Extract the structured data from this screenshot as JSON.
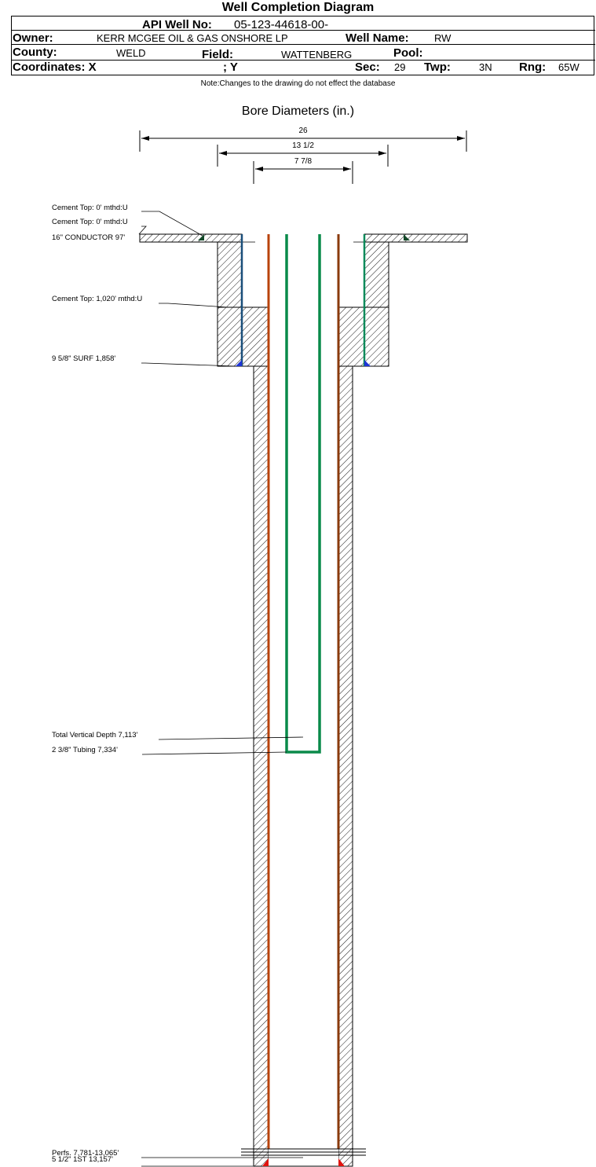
{
  "header": {
    "title": "Well Completion Diagram",
    "api_label": "API Well No:",
    "api_value": "05-123-44618-00-",
    "owner_label": "Owner:",
    "owner_value": "KERR MCGEE OIL & GAS ONSHORE LP",
    "well_name_label": "Well Name:",
    "well_name_value": "RW",
    "county_label": "County:",
    "county_value": "WELD",
    "field_label": "Field:",
    "field_value": "WATTENBERG",
    "pool_label": "Pool:",
    "pool_value": "",
    "coordinates_label": "Coordinates: X",
    "y_label": "; Y",
    "sec_label": "Sec:",
    "sec_value": "29",
    "twp_label": "Twp:",
    "twp_value": "3N",
    "rng_label": "Rng:",
    "rng_value": "65W"
  },
  "note": "Note:Changes to the drawing do not effect the database",
  "bore": {
    "title": "Bore Diameters (in.)",
    "diameters": [
      "26",
      "13 1/2",
      "7 7/8"
    ]
  },
  "annotations": {
    "cement_top_1": "Cement Top: 0' mthd:U",
    "cement_top_2": "Cement Top: 0' mthd:U",
    "conductor": "16\" CONDUCTOR  97'",
    "cement_top_3": "Cement Top: 1,020' mthd:U",
    "surf": "9 5/8\" SURF       1,858'",
    "tvd": "Total Vertical Depth 7,113'",
    "tubing": "2 3/8\" Tubing 7,334'",
    "perfs": "Perfs. 7,781-13,065'",
    "first": "5 1/2\" 1ST       13,157'"
  },
  "colors": {
    "conductor_casing": "#1a4f7a",
    "surface_casing": "#0a8a5a",
    "production_casing": "#b8430c",
    "tubing": "#0a8a4a",
    "shoe_blue": "#1f35d6",
    "shoe_red": "#e0140f",
    "shoe_dark": "#154a2a"
  }
}
